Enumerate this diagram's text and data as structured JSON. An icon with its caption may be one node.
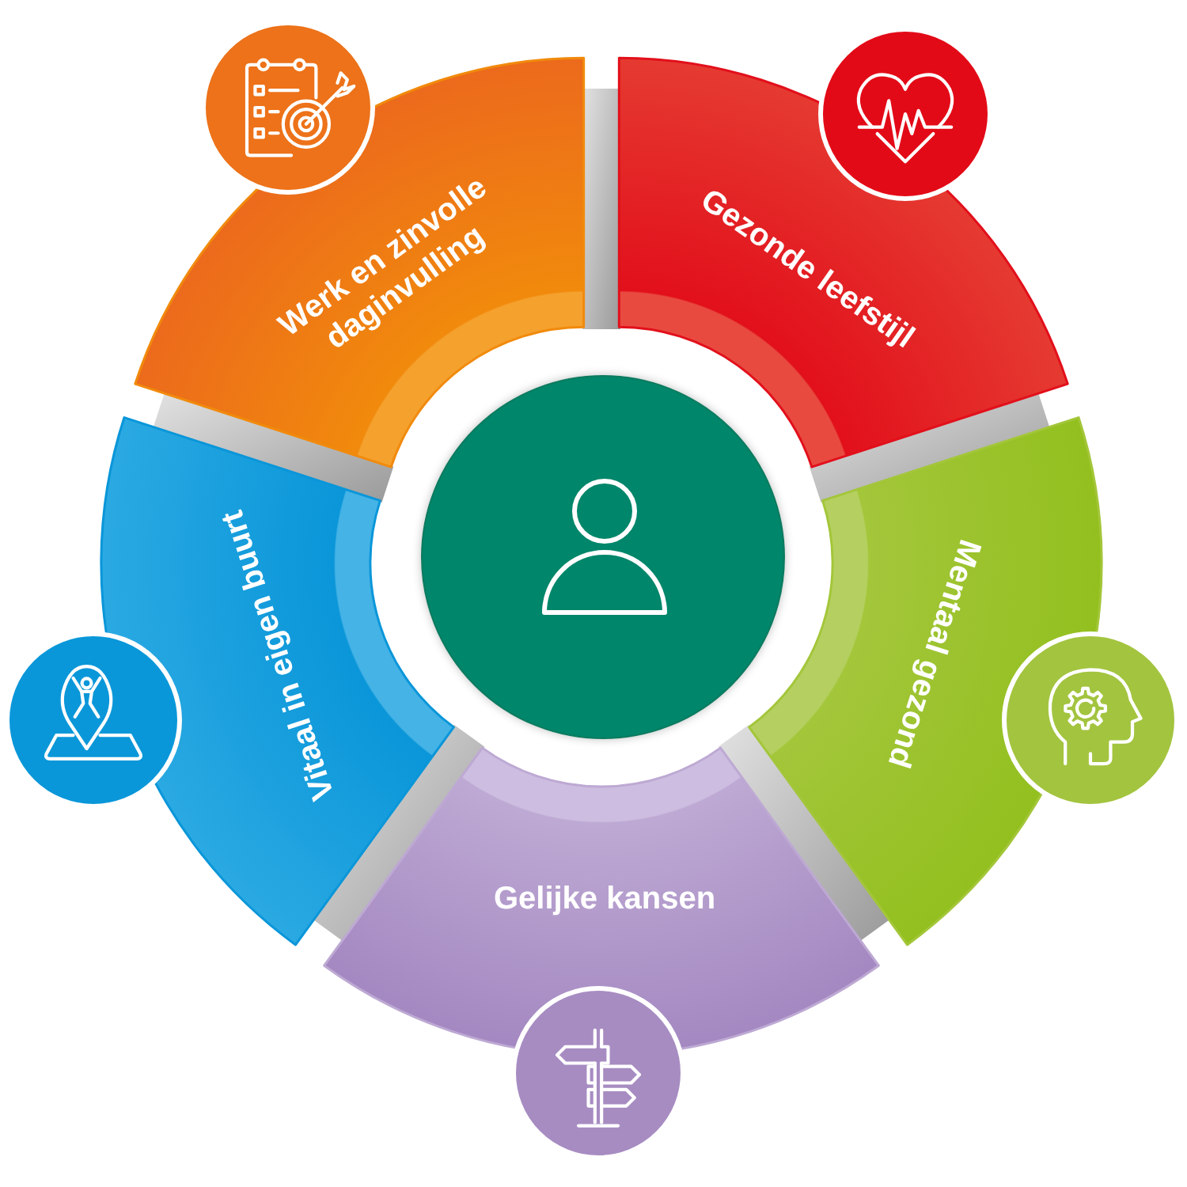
{
  "diagram": {
    "nodes": [
      {
        "text": [
          "Werk en zinvolle daginvulling"
        ]
      },
      {
        "text": [
          "Gezonde leefstijl"
        ]
      },
      {
        "text": [
          "Vitaal in eigen buurt"
        ]
      },
      {
        "text": [],
        "shape": "circle"
      },
      {
        "text": [
          "Mentaal gezond"
        ]
      },
      {
        "text": [
          "Gelijke kansen"
        ]
      }
    ]
  }
}
